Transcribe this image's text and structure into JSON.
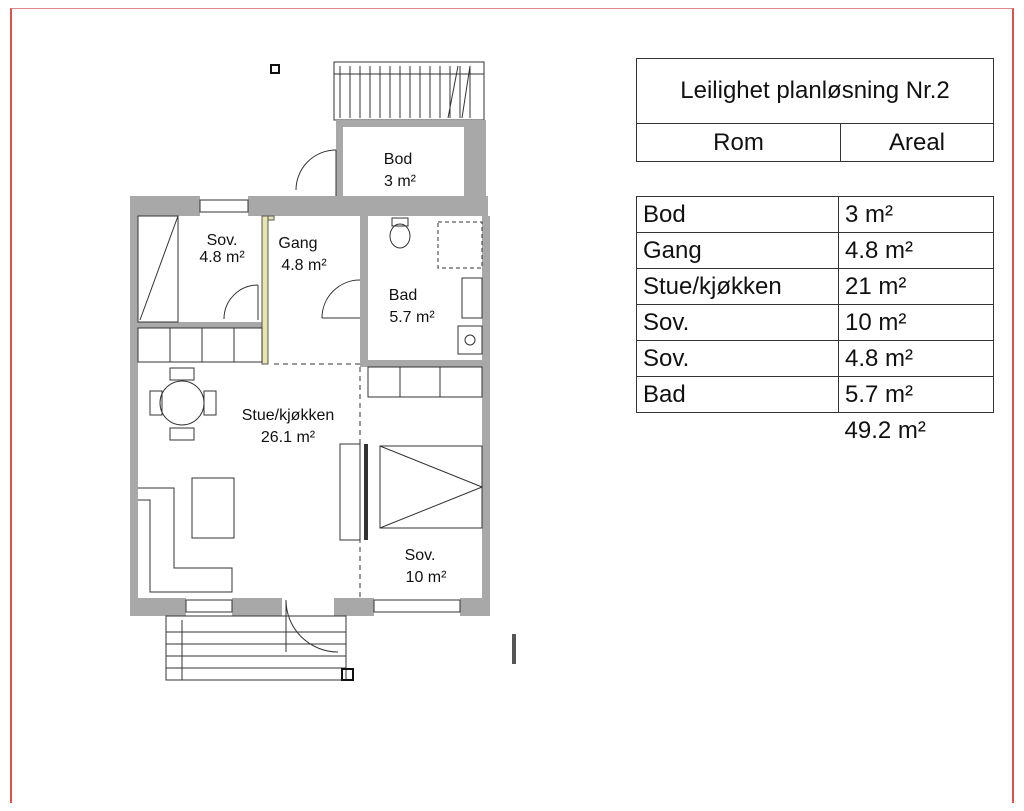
{
  "table": {
    "title": "Leilighet planløsning Nr.2",
    "col_room": "Rom",
    "col_area": "Areal",
    "rows": [
      {
        "room": "Bod",
        "area": "3 m²"
      },
      {
        "room": "Gang",
        "area": "4.8 m²"
      },
      {
        "room": "Stue/kjøkken",
        "area": "21 m²"
      },
      {
        "room": "Sov.",
        "area": "10 m²"
      },
      {
        "room": "Sov.",
        "area": "4.8 m²"
      },
      {
        "room": "Bad",
        "area": "5.7 m²"
      }
    ],
    "total": "49.2 m²"
  },
  "plan": {
    "bod": {
      "name": "Bod",
      "area": "3 m²"
    },
    "sov_small": {
      "name": "Sov.",
      "area": "4.8 m²"
    },
    "gang": {
      "name": "Gang",
      "area": "4.8 m²"
    },
    "bad": {
      "name": "Bad",
      "area": "5.7 m²"
    },
    "stue": {
      "name": "Stue/kjøkken",
      "area": "26.1 m²"
    },
    "sov_large": {
      "name": "Sov.",
      "area": "10 m²"
    }
  },
  "colors": {
    "frame": "#d9534f",
    "wall": "#a8a8a8",
    "accent_wall": "#e8e4b0"
  }
}
